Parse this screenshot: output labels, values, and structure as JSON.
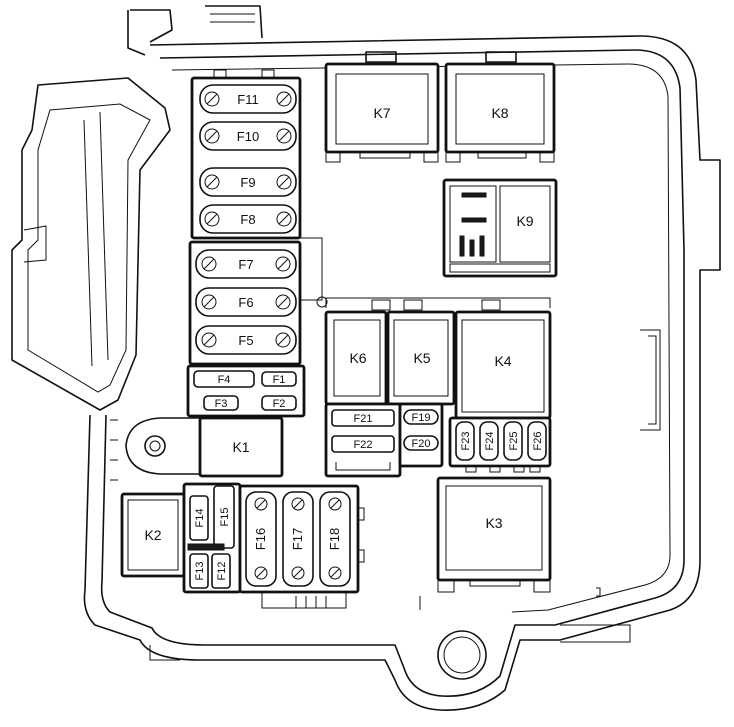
{
  "diagram": {
    "relays": {
      "k1": "K1",
      "k2": "K2",
      "k3": "K3",
      "k4": "K4",
      "k5": "K5",
      "k6": "K6",
      "k7": "K7",
      "k8": "K8",
      "k9": "K9"
    },
    "fuses": {
      "f1": "F1",
      "f2": "F2",
      "f3": "F3",
      "f4": "F4",
      "f5": "F5",
      "f6": "F6",
      "f7": "F7",
      "f8": "F8",
      "f9": "F9",
      "f10": "F10",
      "f11": "F11",
      "f12": "F12",
      "f13": "F13",
      "f14": "F14",
      "f15": "F15",
      "f16": "F16",
      "f17": "F17",
      "f18": "F18",
      "f19": "F19",
      "f20": "F20",
      "f21": "F21",
      "f22": "F22",
      "f23": "F23",
      "f24": "F24",
      "f25": "F25",
      "f26": "F26"
    }
  }
}
